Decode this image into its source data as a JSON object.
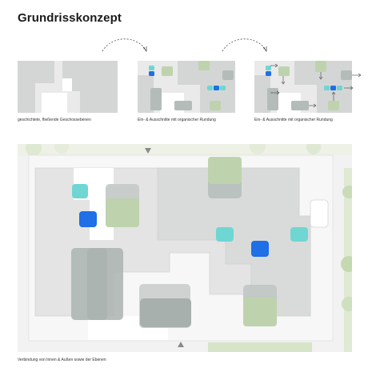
{
  "title": "Grundrisskonzept",
  "diagrams": [
    {
      "caption": "geschichtete, fließende Geschossebenen"
    },
    {
      "caption": "Ein- & Ausschnitte mit organischer Rundung"
    },
    {
      "caption": "Ein- & Ausschnitte mit organischer Rundung"
    }
  ],
  "plan": {
    "caption": "Verbindung von Innen & Außen sowie der Ebenen"
  },
  "colors": {
    "slab_light": "#e9eae9",
    "slab_mid": "#d4d6d5",
    "volume_grey": "#b4bcb9",
    "green": "#bed3ad",
    "cyan": "#6fd6d3",
    "blue": "#1f6fe6",
    "marker": "#8a8a8a"
  }
}
